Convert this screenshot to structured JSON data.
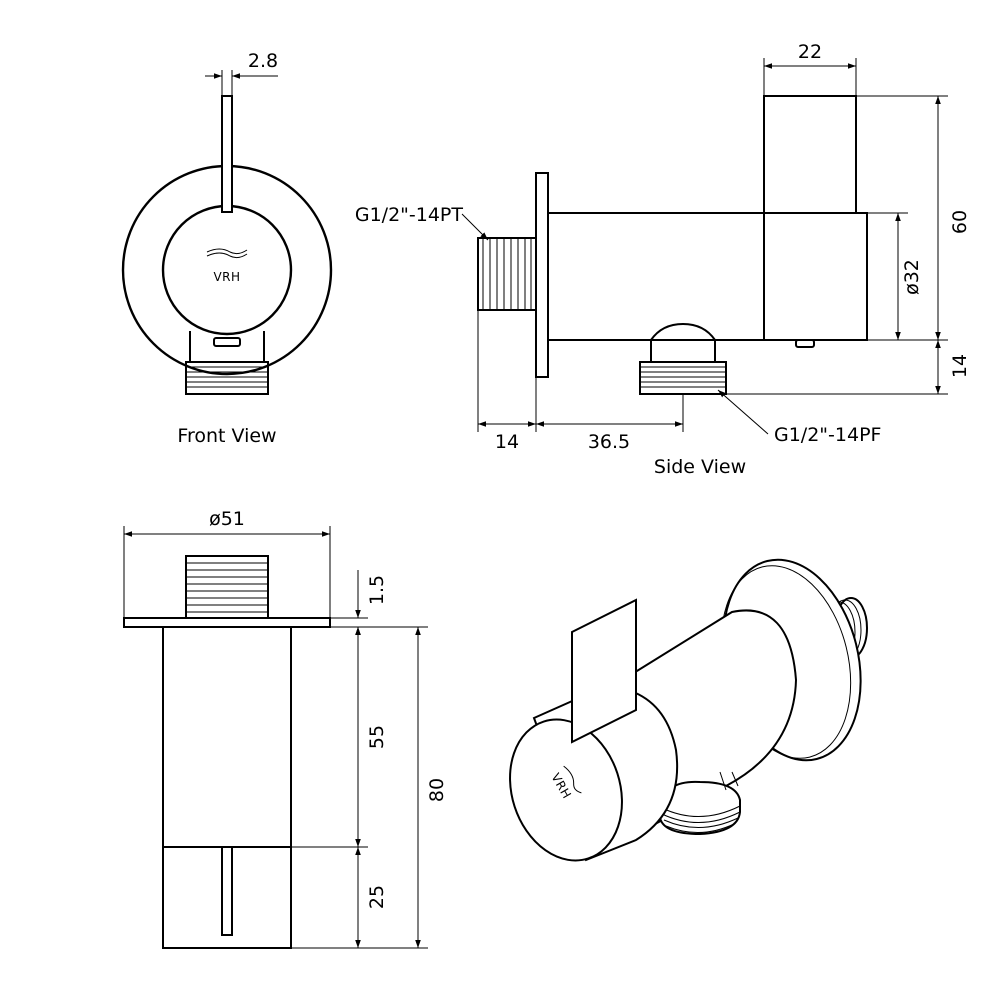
{
  "labels": {
    "front_view": "Front View",
    "side_view": "Side View"
  },
  "logo": "VRH",
  "dimensions": {
    "lever_thickness": "2.8",
    "lever_width": "22",
    "total_height_side": "60",
    "body_diameter": "ø32",
    "outlet_height": "14",
    "inlet_length": "14",
    "body_depth": "36.5",
    "flange_diameter": "ø51",
    "flange_thickness": "1.5",
    "body_length": "55",
    "total_length": "80",
    "lever_length": "25"
  },
  "threads": {
    "inlet": "G1/2\"-14PT",
    "outlet": "G1/2\"-14PF"
  }
}
